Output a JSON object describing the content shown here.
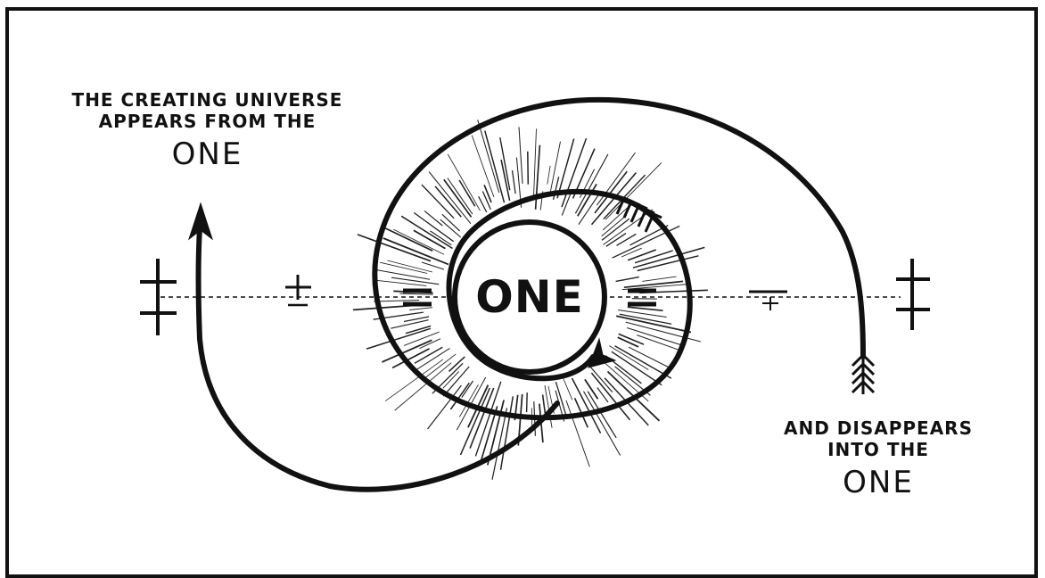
{
  "diagram": {
    "center": {
      "label": "ONE"
    },
    "caption_left": {
      "line1": "THE CREATING UNIVERSE",
      "line2": "APPEARS FROM THE",
      "line3": "ONE"
    },
    "caption_right": {
      "line1": "AND DISAPPEARS",
      "line2": "INTO THE",
      "line3": "ONE"
    },
    "colors": {
      "ink": "#111111",
      "background": "#ffffff"
    }
  }
}
